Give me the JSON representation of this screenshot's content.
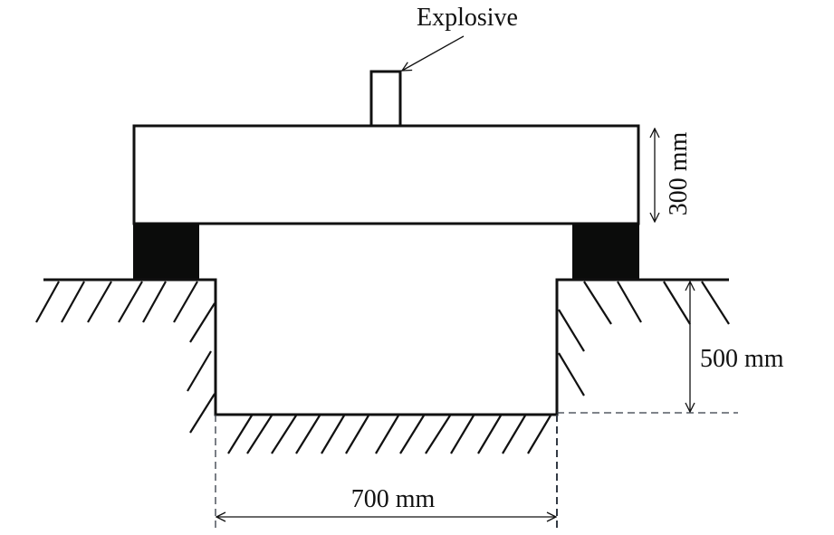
{
  "labels": {
    "explosive": "Explosive",
    "slab_thickness": "300 mm",
    "pit_depth": "500 mm",
    "pit_width": "700 mm"
  },
  "colors": {
    "line": "#111111",
    "support": "#0b0c0b",
    "dashed": "#333a44"
  }
}
